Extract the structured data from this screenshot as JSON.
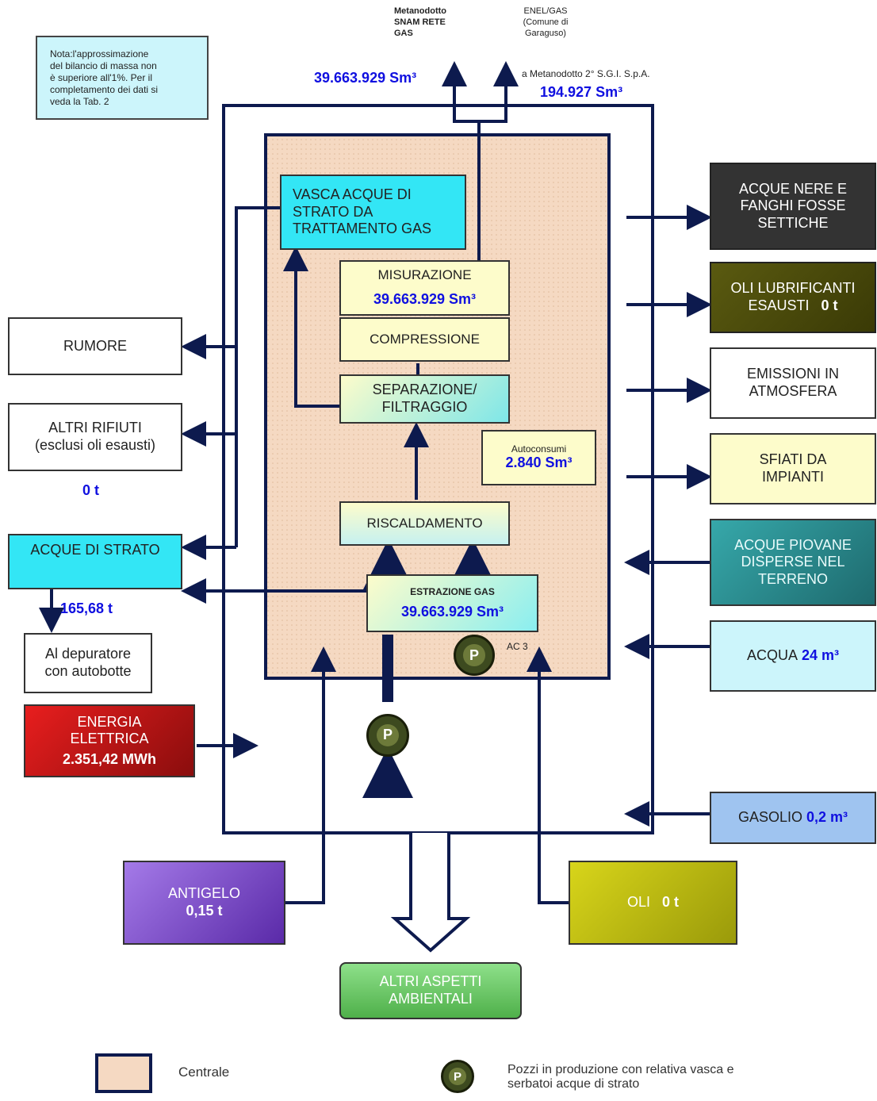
{
  "note": {
    "lines": [
      "Nota:l'approssimazione",
      "del bilancio di massa non",
      "è superiore all'1%. Per il",
      "completamento dei dati si",
      "veda la Tab. 2"
    ]
  },
  "top": {
    "snam_lines": [
      "Metanodotto",
      "SNAM RETE",
      "GAS"
    ],
    "enel_lines": [
      "ENEL/GAS",
      "(Comune di",
      "Garaguso)"
    ],
    "snam_value": "39.663.929 Sm³",
    "metanodotto2_label": "a Metanodotto 2° S.G.I. S.p.A.",
    "metanodotto2_value": "194.927 Sm³"
  },
  "plant": {
    "vasca_lines": [
      "VASCA ACQUE DI",
      "STRATO DA",
      "TRATTAMENTO GAS"
    ],
    "misurazione": "MISURAZIONE",
    "misurazione_value": "39.663.929 Sm³",
    "compressione": "COMPRESSIONE",
    "separazione_lines": [
      "SEPARAZIONE/",
      "FILTRAGGIO"
    ],
    "autoconsumi": "Autoconsumi",
    "autoconsumi_value": "2.840 Sm³",
    "riscaldamento": "RISCALDAMENTO",
    "estrazione": "ESTRAZIONE GAS",
    "estrazione_value": "39.663.929 Sm³",
    "pump_label": "P",
    "ac3": "AC 3"
  },
  "left": {
    "rumore": "RUMORE",
    "altri_rifiuti_lines": [
      "ALTRI RIFIUTI",
      "(esclusi oli esausti)"
    ],
    "altri_rifiuti_value": "0 t",
    "acque_strato": "ACQUE DI STRATO",
    "acque_strato_value": "165,68 t",
    "depuratore_lines": [
      "Al depuratore",
      "con autobotte"
    ],
    "energia_lines": [
      "ENERGIA",
      "ELETTRICA"
    ],
    "energia_value": "2.351,42  MWh"
  },
  "right": {
    "acque_nere_lines": [
      "ACQUE NERE E",
      "FANGHI FOSSE",
      "SETTICHE"
    ],
    "oli_lubrificanti_lines": [
      "OLI LUBRIFICANTI",
      "ESAUSTI"
    ],
    "oli_lubrificanti_value": "0 t",
    "emissioni_lines": [
      "EMISSIONI IN",
      "ATMOSFERA"
    ],
    "sfiati_lines": [
      "SFIATI DA",
      "IMPIANTI"
    ],
    "acque_piovane_lines": [
      "ACQUE PIOVANE",
      "DISPERSE NEL",
      "TERRENO"
    ],
    "acqua": "ACQUA",
    "acqua_value": "24 m³",
    "gasolio": "GASOLIO",
    "gasolio_value": "0,2 m³"
  },
  "bottom": {
    "antigelo": "ANTIGELO",
    "antigelo_value": "0,15 t",
    "oli": "OLI",
    "oli_value": "0 t",
    "altri_aspetti_lines": [
      "ALTRI ASPETTI",
      "AMBIENTALI"
    ]
  },
  "legend": {
    "centrale": "Centrale",
    "pozzi_lines": [
      "Pozzi in produzione con relativa vasca e",
      "serbatoi acque di strato"
    ]
  },
  "colors": {
    "line": "#0d1a4e",
    "plant_fill": "#f5d9c2",
    "cyan": "#33e6f5",
    "pale_yellow": "#fdfccb"
  }
}
